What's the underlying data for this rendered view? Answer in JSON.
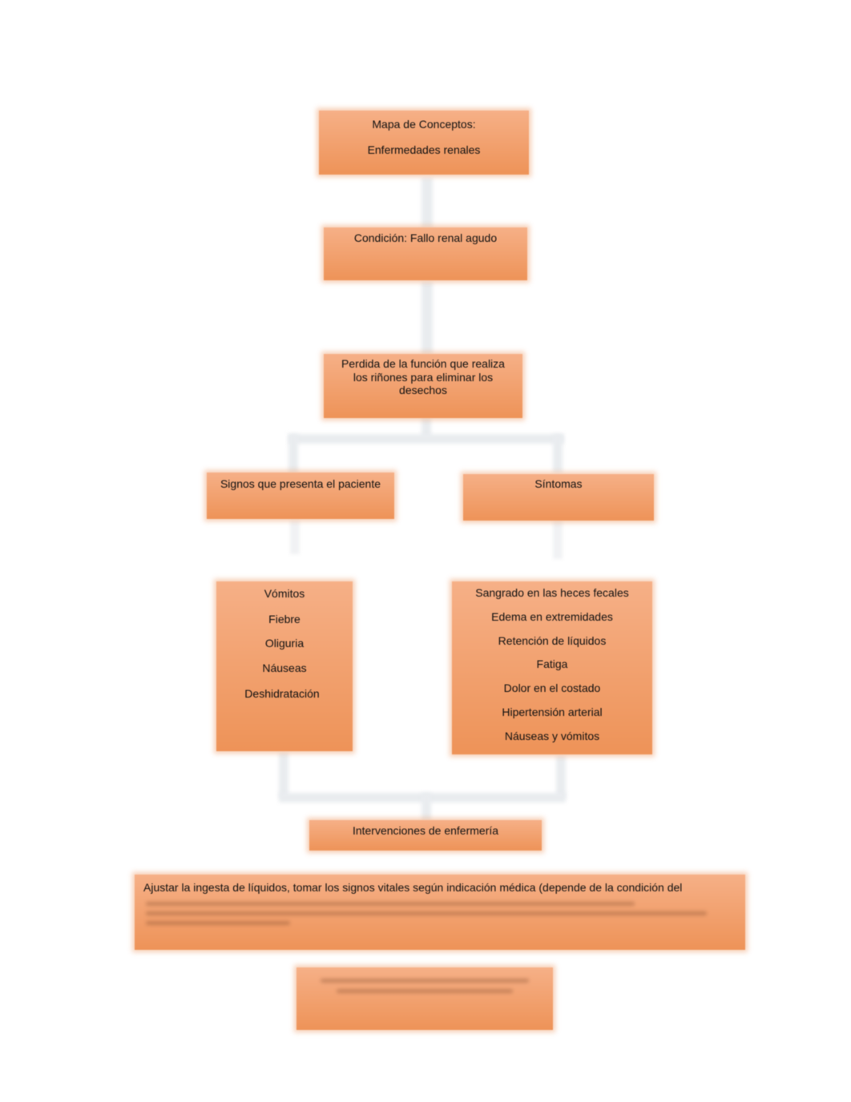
{
  "nodes": {
    "title": {
      "line1": "Mapa de Conceptos:",
      "line2": "Enfermedades renales"
    },
    "condition": {
      "label": "Condición: Fallo renal agudo"
    },
    "definition": {
      "label": "Perdida de la función que realiza los riñones para eliminar los desechos"
    },
    "signs": {
      "label": "Signos que presenta el paciente",
      "items": [
        "Vómitos",
        "Fiebre",
        "Oliguria",
        "Náuseas",
        "Deshidratación"
      ]
    },
    "symptoms": {
      "label": "Síntomas",
      "items": [
        "Sangrado en las heces fecales",
        "Edema en extremidades",
        "Retención de líquidos",
        "Fatiga",
        "Dolor en el costado",
        "Hipertensión arterial",
        "Náuseas y vómitos"
      ]
    },
    "interventions": {
      "label": "Intervenciones de enfermería"
    },
    "intervention_detail": {
      "line1": "Ajustar la ingesta de líquidos, tomar los signos vitales según indicación médica (depende de la condición del"
    }
  }
}
